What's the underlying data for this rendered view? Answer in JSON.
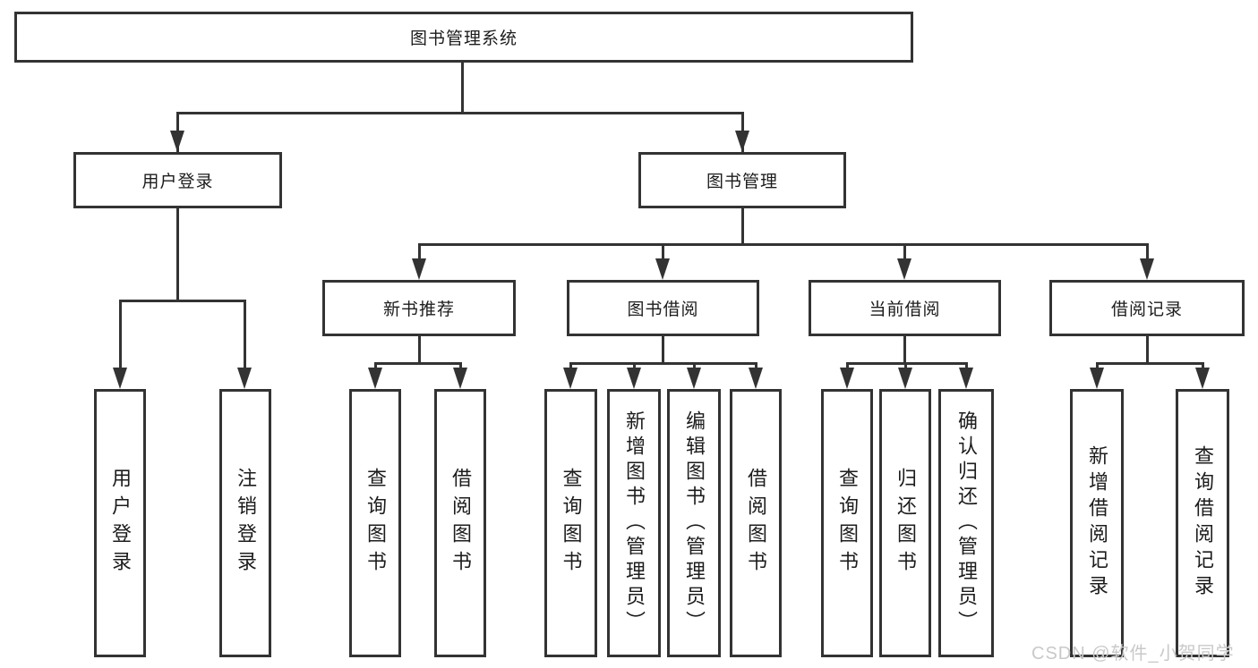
{
  "root": {
    "label": "图书管理系统"
  },
  "branches": [
    {
      "label": "用户登录",
      "children": [
        "用户登录",
        "注销登录"
      ]
    },
    {
      "label": "图书管理",
      "modules": [
        {
          "label": "新书推荐",
          "children": [
            "查询图书",
            "借阅图书"
          ]
        },
        {
          "label": "图书借阅",
          "children": [
            "查询图书",
            "新增图书（管理员）",
            "编辑图书（管理员）",
            "借阅图书"
          ]
        },
        {
          "label": "当前借阅",
          "children": [
            "查询图书",
            "归还图书",
            "确认归还（管理员）"
          ]
        },
        {
          "label": "借阅记录",
          "children": [
            "新增借阅记录",
            "查询借阅记录"
          ]
        }
      ]
    }
  ],
  "watermark": {
    "text": "CSDN @软件_小贺同学"
  },
  "colors": {
    "line": "#333333",
    "text": "#1c1c1c",
    "background": "#ffffff",
    "watermark": "#c9c9c9"
  }
}
